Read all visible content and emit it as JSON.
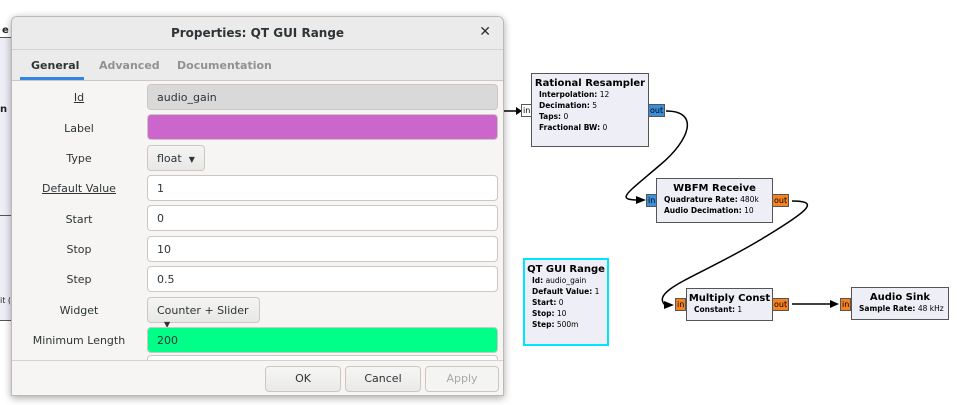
{
  "dialog": {
    "title": "Properties: QT GUI Range",
    "tabs": [
      "General",
      "Advanced",
      "Documentation"
    ],
    "fields": {
      "id": {
        "label": "Id",
        "value": "audio_gain"
      },
      "label": {
        "label": "Label",
        "value": ""
      },
      "type": {
        "label": "Type",
        "value": "float"
      },
      "default_value": {
        "label": "Default Value",
        "value": "1"
      },
      "start": {
        "label": "Start",
        "value": "0"
      },
      "stop": {
        "label": "Stop",
        "value": "10"
      },
      "step": {
        "label": "Step",
        "value": "0.5"
      },
      "widget": {
        "label": "Widget",
        "value": "Counter + Slider"
      },
      "min_length": {
        "label": "Minimum Length",
        "value": "200"
      }
    },
    "buttons": {
      "ok": "OK",
      "cancel": "Cancel",
      "apply": "Apply"
    }
  },
  "flowgraph": {
    "blocks": {
      "rational_resampler": {
        "name": "Rational Resampler",
        "params": [
          {
            "k": "Interpolation:",
            "v": "12"
          },
          {
            "k": "Decimation:",
            "v": "5"
          },
          {
            "k": "Taps:",
            "v": "0"
          },
          {
            "k": "Fractional BW:",
            "v": "0"
          }
        ],
        "in": "in",
        "out": "out"
      },
      "wbfm_receive": {
        "name": "WBFM Receive",
        "params": [
          {
            "k": "Quadrature Rate:",
            "v": "480k"
          },
          {
            "k": "Audio Decimation:",
            "v": "10"
          }
        ],
        "in": "in",
        "out": "out"
      },
      "qt_gui_range": {
        "name": "QT GUI Range",
        "params": [
          {
            "k": "Id:",
            "v": "audio_gain"
          },
          {
            "k": "Default Value:",
            "v": "1"
          },
          {
            "k": "Start:",
            "v": "0"
          },
          {
            "k": "Stop:",
            "v": "10"
          },
          {
            "k": "Step:",
            "v": "500m"
          }
        ]
      },
      "multiply_const": {
        "name": "Multiply Const",
        "params": [
          {
            "k": "Constant:",
            "v": "1"
          }
        ],
        "in": "in",
        "out": "out"
      },
      "audio_sink": {
        "name": "Audio Sink",
        "params": [
          {
            "k": "Sample Rate:",
            "v": "48 kHz"
          }
        ],
        "in": "in"
      }
    },
    "partial_left": [
      "e",
      "n (",
      "it ("
    ]
  },
  "colors": {
    "label_field": "#cc66cc",
    "min_length_field": "#00ff88",
    "port_blue": "#3b8fd8",
    "port_orange": "#f58220",
    "selected_block_border": "#00e5ff"
  }
}
